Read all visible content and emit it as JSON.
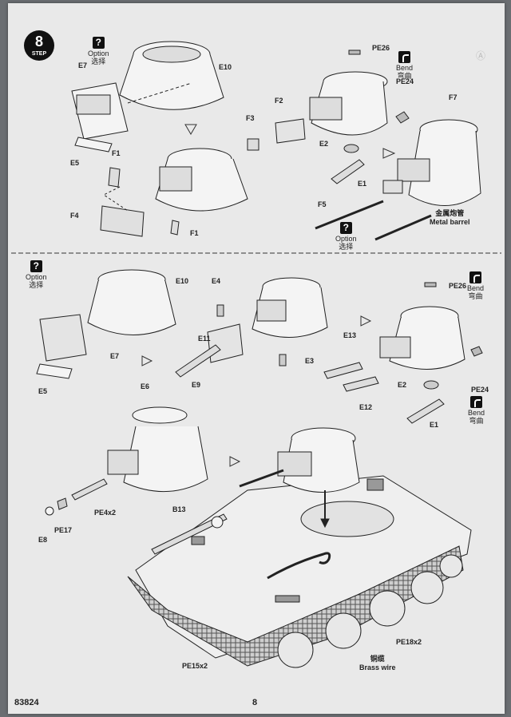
{
  "step": {
    "number": "8",
    "label": "STEP"
  },
  "option_top_left": {
    "en": "Option",
    "cn": "选择"
  },
  "option_mid": {
    "en": "Option",
    "cn": "选择"
  },
  "option_lower_left": {
    "en": "Option",
    "cn": "选择"
  },
  "bend_top": {
    "en": "Bend",
    "cn": "弯曲"
  },
  "bend_mid": {
    "en": "Bend",
    "cn": "弯曲"
  },
  "bend_lower": {
    "en": "Bend",
    "cn": "弯曲"
  },
  "metal_barrel": {
    "cn": "金属炮管",
    "en": "Metal barrel"
  },
  "brass_wire": {
    "cn": "铜缆",
    "en": "Brass wire"
  },
  "labels_top": {
    "E7": "E7",
    "E10": "E10",
    "E5": "E5",
    "F1a": "F1",
    "F4": "F4",
    "F1b": "F1",
    "F3": "F3",
    "F2": "F2",
    "E2": "E2",
    "E1": "E1",
    "F5": "F5",
    "PE26": "PE26",
    "PE24": "PE24",
    "F7": "F7"
  },
  "labels_mid": {
    "E10": "E10",
    "E7": "E7",
    "E5": "E5",
    "E4": "E4",
    "E11": "E11",
    "E9": "E9",
    "E3": "E3",
    "E13": "E13",
    "E12": "E12",
    "PE26": "PE26",
    "PE24": "PE24",
    "E2": "E2",
    "E1": "E1"
  },
  "labels_bottom": {
    "E6": "E6",
    "PE4x2": "PE4x2",
    "E8": "E8",
    "PE17": "PE17",
    "B13": "B13",
    "PE18x2": "PE18x2",
    "PE15x2": "PE15x2"
  },
  "footer": {
    "code": "83824",
    "page": "8"
  }
}
